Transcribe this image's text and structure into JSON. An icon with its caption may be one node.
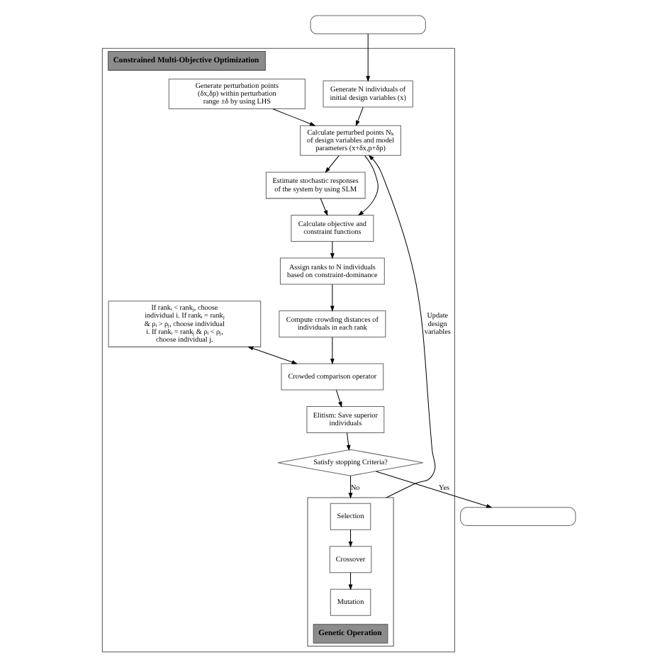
{
  "diagram": {
    "nodes": [
      {
        "text": [],
        "shape": "box"
      },
      {
        "text": [
          "Constrained Multi-Objective Optimization"
        ]
      },
      {
        "text": [
          "Generate N individuals of initial design variables (x)"
        ],
        "in": 1
      },
      {
        "text": [
          "Generate perturbation points (δx,δp) within perturbation range ±δ by using LHS"
        ],
        "in": 1
      },
      {
        "text": [
          "Calculate perturbed points Nₖ of design variables and model parameters (x+δx,p+δp)"
        ],
        "in": 1
      },
      {
        "text": [
          "Estimate stochastic responses of the system by using SLM"
        ],
        "in": 1
      },
      {
        "text": [
          "Calculate objective and constraint functions"
        ],
        "in": 1
      },
      {
        "text": [
          "Assign ranks to N individuals based on constraint-dominance"
        ],
        "in": 1
      },
      {
        "text": [
          "Compute crowding distances of individuals in each rank"
        ],
        "in": 1
      },
      {
        "text": [
          "If rankᵢ < rankⱼ, choose individual i. If rankᵢ = rankⱼ & ρᵢ > ρⱼ, choose individual i. If rankᵢ = rankⱼ & ρᵢ < ρⱼ, choose individual j."
        ],
        "in": 1
      },
      {
        "text": [
          "Crowded comparison operator"
        ],
        "in": 1
      },
      {
        "text": [
          "Elitism: Save superior individuals"
        ],
        "in": 1
      },
      {
        "text": [
          "Satisfy stopping Criteria?"
        ],
        "in": 1
      },
      {
        "text": [
          "Genetic Operation"
        ],
        "in": 1
      },
      {
        "text": [
          "Mutation"
        ],
        "in": 13
      },
      {
        "text": [
          "Crossover"
        ],
        "in": 13
      },
      {
        "text": [
          "Selection"
        ],
        "in": 13
      },
      {
        "text": [],
        "shape": "box"
      }
    ],
    "edges": [
      {
        "from": 0,
        "to": 2,
        "arrow": "to"
      },
      {
        "from": 2,
        "to": 4,
        "arrow": "to"
      },
      {
        "from": 3,
        "to": 4,
        "arrow": "to"
      },
      {
        "from": 4,
        "to": 5,
        "arrow": "to"
      },
      {
        "from": 4,
        "to": 6,
        "arrow": "to"
      },
      {
        "from": 5,
        "to": 6,
        "arrow": "to"
      },
      {
        "from": 6,
        "to": 7,
        "arrow": "to"
      },
      {
        "from": 7,
        "to": 8,
        "arrow": "to"
      },
      {
        "from": 8,
        "to": 10,
        "arrow": "to"
      },
      {
        "from": 9,
        "to": 10,
        "arrow": "both"
      },
      {
        "from": 10,
        "to": 11,
        "arrow": "to"
      },
      {
        "from": 11,
        "to": 12,
        "arrow": "to"
      },
      {
        "from": 12,
        "to": 13,
        "label": "No",
        "arrow": "to"
      },
      {
        "from": 16,
        "to": 15,
        "arrow": "to"
      },
      {
        "from": 15,
        "to": 14,
        "arrow": "to"
      },
      {
        "from": 13,
        "to": 4,
        "label": "Update design variables",
        "arrow": "to"
      },
      {
        "from": 12,
        "to": 17,
        "label": "Yes",
        "arrow": "to"
      }
    ]
  }
}
